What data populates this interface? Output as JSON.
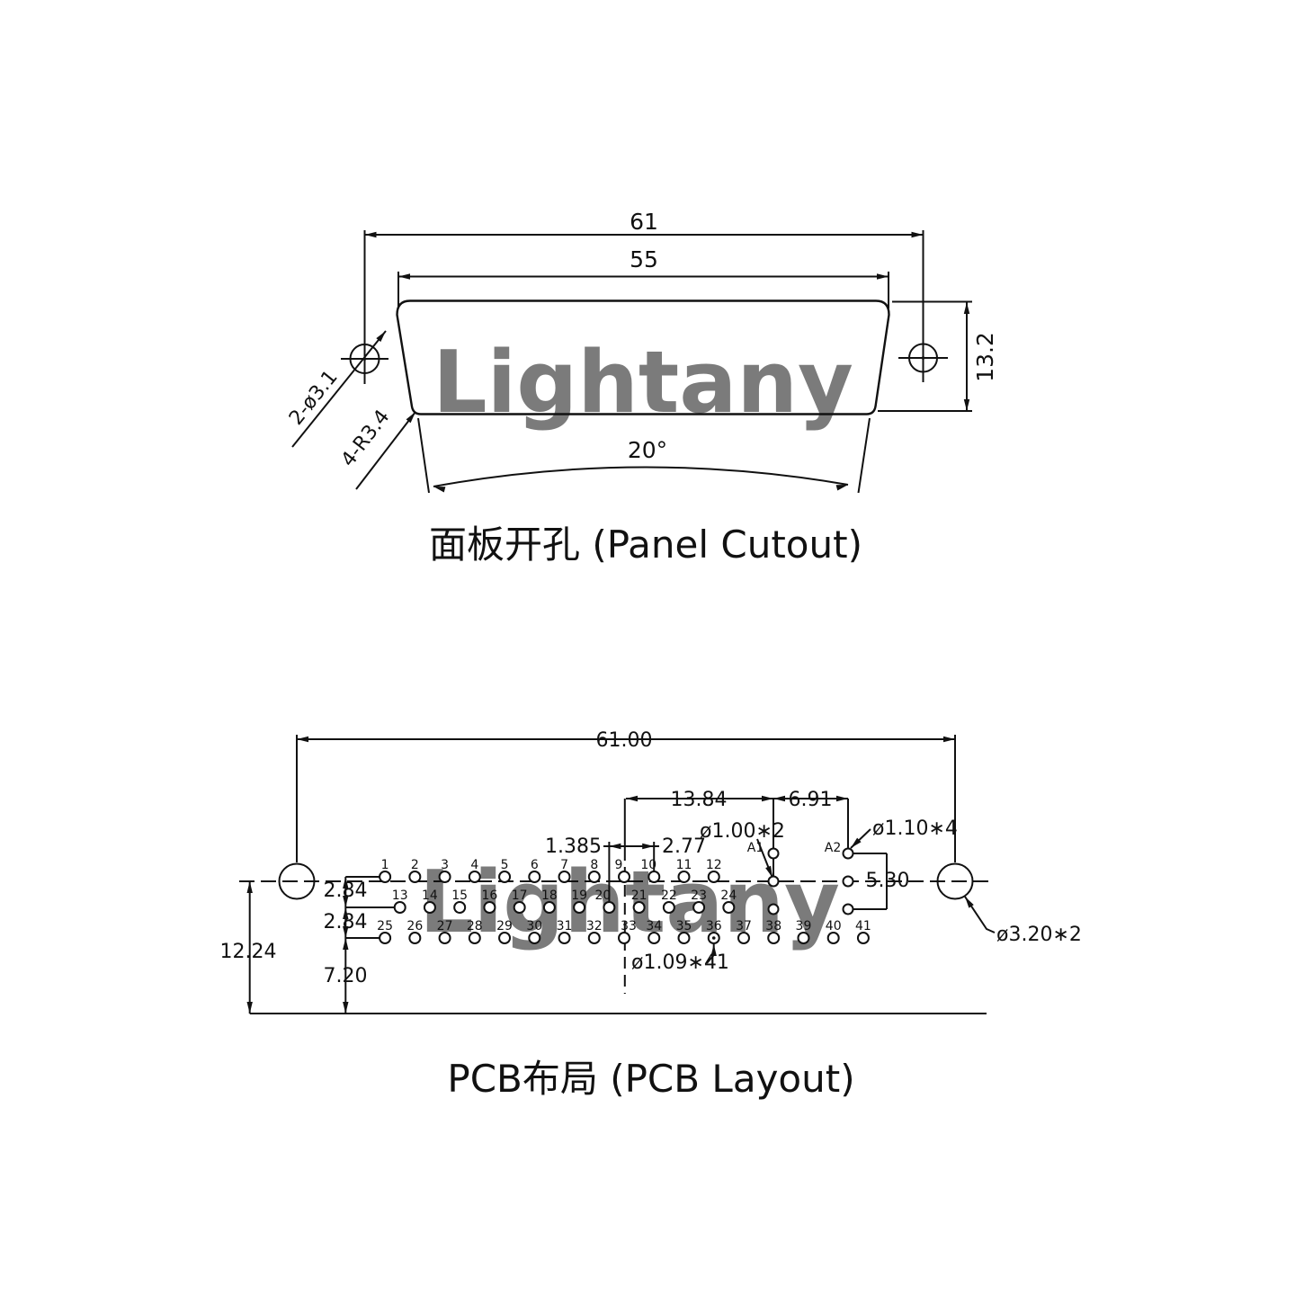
{
  "watermark": {
    "text": "Lightany",
    "color": "#f5c3ca"
  },
  "panel_cutout": {
    "title": "面板开孔 (Panel Cutout)",
    "dim_width_outer": "61",
    "dim_width_inner": "55",
    "dim_height": "13.2",
    "dim_angle": "20°",
    "label_mount_holes": "2-ø3.1",
    "label_corner_radius": "4-R3.4"
  },
  "pcb_layout": {
    "title": "PCB布局 (PCB Layout)",
    "dim_span": "61.00",
    "dim_a1_offset": "13.84",
    "dim_a1_a2": "6.91",
    "dim_stagger": "1.385",
    "dim_pitch": "2.77",
    "dim_a_span": "5.30",
    "dim_row_gap_1": "2.84",
    "dim_row_gap_2": "2.84",
    "dim_total_height": "12.24",
    "dim_bottom_offset": "7.20",
    "label_a_center_holes": "ø1.00∗2",
    "label_a_outer_holes": "ø1.10∗4",
    "label_pin_holes": "ø1.09∗41",
    "label_mount_holes": "ø3.20∗2",
    "label_a1": "A1",
    "label_a2": "A2",
    "pin_rows": [
      {
        "numbers": [
          1,
          2,
          3,
          4,
          5,
          6,
          7,
          8,
          9,
          10,
          11,
          12
        ]
      },
      {
        "numbers": [
          13,
          14,
          15,
          16,
          17,
          18,
          19,
          20,
          21,
          22,
          23,
          24
        ]
      },
      {
        "numbers": [
          25,
          26,
          27,
          28,
          29,
          30,
          31,
          32,
          33,
          34,
          35,
          36,
          37,
          38,
          39,
          40,
          41
        ]
      }
    ],
    "dotted_pin": 36
  }
}
